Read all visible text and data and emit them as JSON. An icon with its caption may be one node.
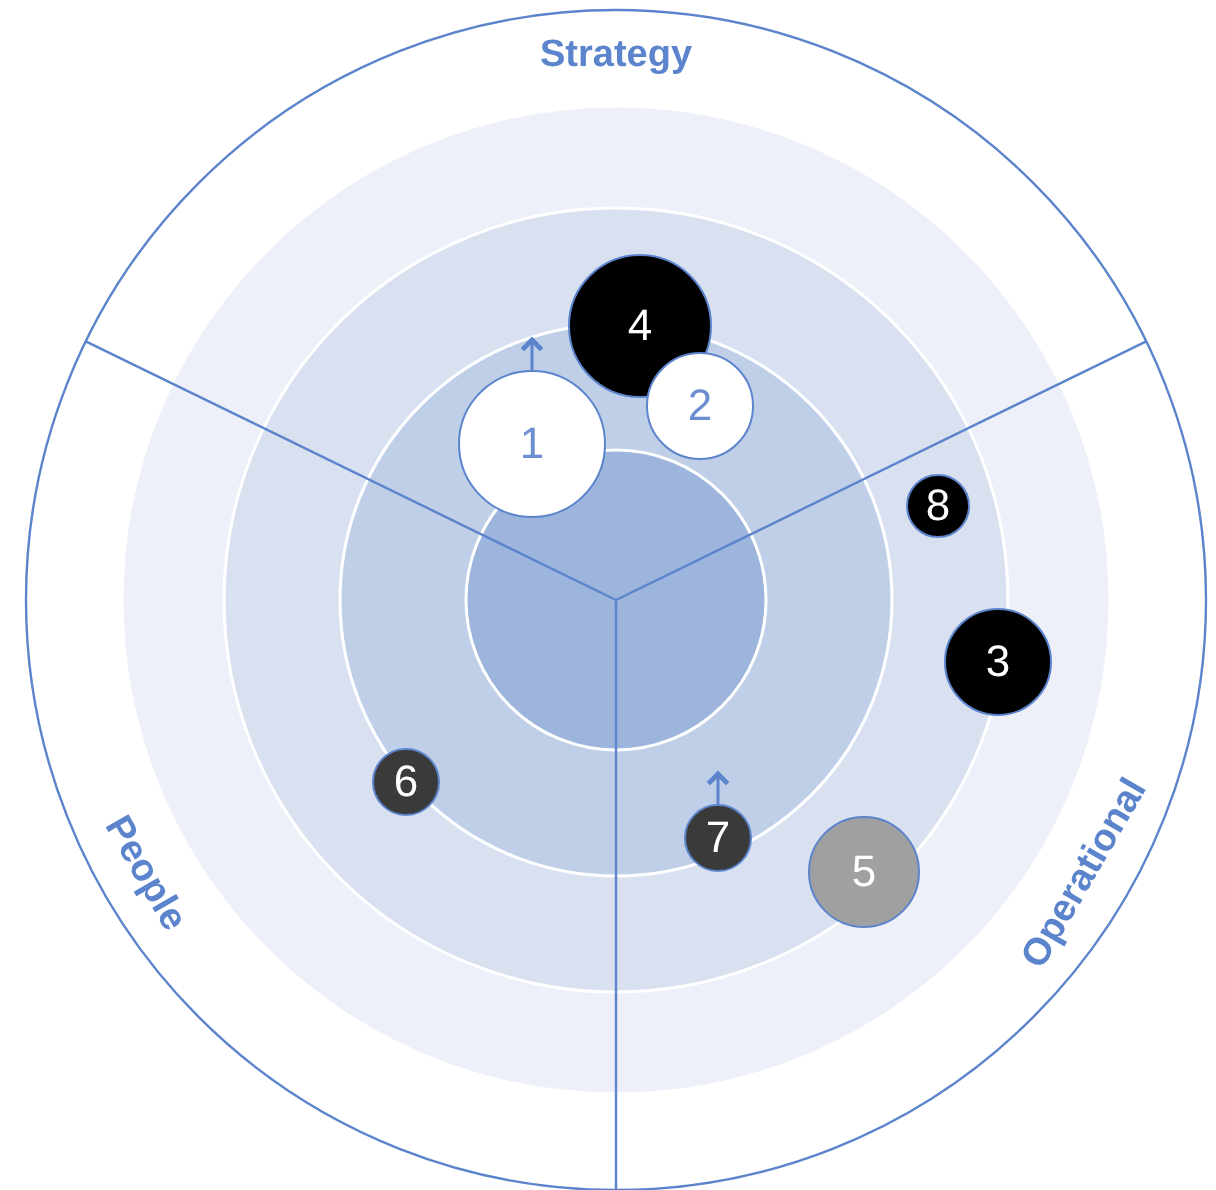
{
  "diagram": {
    "nodes": [
      {
        "text": [
          "4"
        ]
      },
      {
        "text": [
          "2"
        ]
      },
      {
        "text": [
          "1"
        ]
      },
      {
        "text": [
          "8"
        ]
      },
      {
        "text": [
          "3"
        ]
      },
      {
        "text": [
          "6"
        ]
      },
      {
        "text": [
          "7"
        ]
      },
      {
        "text": [
          "5"
        ]
      }
    ],
    "edges": [
      {
        "from": 2,
        "to": null,
        "arrow": "to"
      },
      {
        "from": 6,
        "to": null,
        "arrow": "to"
      }
    ],
    "labels": [
      "Strategy",
      "People",
      "Operational"
    ]
  }
}
